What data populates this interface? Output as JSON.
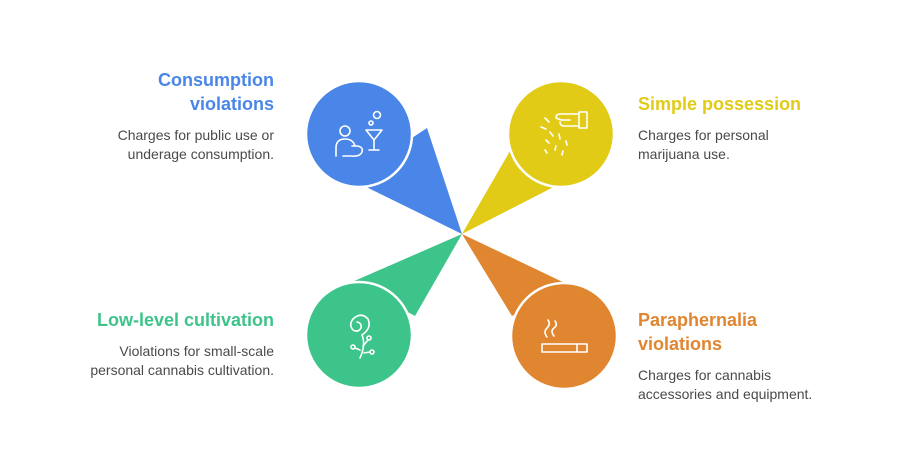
{
  "colors": {
    "consumption": "#4A86E8",
    "possession": "#E2CB16",
    "cultivation": "#3DC48A",
    "paraphernalia": "#E08530"
  },
  "items": [
    {
      "key": "consumption",
      "title_line1": "Consumption",
      "title_line2": "violations",
      "desc_line1": "Charges for public use or",
      "desc_line2": "underage consumption.",
      "icon": "person-drink-icon"
    },
    {
      "key": "possession",
      "title_line1": "Simple possession",
      "title_line2": "",
      "desc_line1": "Charges for personal",
      "desc_line2": "marijuana use.",
      "icon": "hand-sprinkle-icon"
    },
    {
      "key": "cultivation",
      "title_line1": "Low-level cultivation",
      "title_line2": "",
      "desc_line1": "Violations for small-scale",
      "desc_line2": "personal cannabis cultivation.",
      "icon": "sprout-icon"
    },
    {
      "key": "paraphernalia",
      "title_line1": "Paraphernalia",
      "title_line2": "violations",
      "desc_line1": "Charges for cannabis",
      "desc_line2": "accessories and equipment.",
      "icon": "cigarette-icon"
    }
  ]
}
